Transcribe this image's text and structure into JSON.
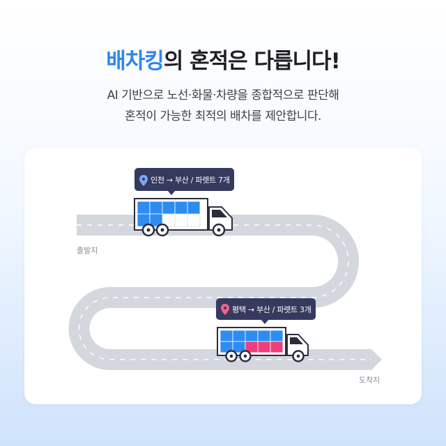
{
  "headline": {
    "brand": "배차킹",
    "rest": "의 혼적은 다릅니다!"
  },
  "subtitle": {
    "line1": "AI 기반으로 노선·화물·차량을 종합적으로 판단해",
    "line2": "혼적이 가능한 최적의 배차를 제안합니다."
  },
  "route": {
    "start_label": "출발지",
    "end_label": "도착지",
    "trucks": [
      {
        "tag": "인천 → 부산 / 파렛트 7개",
        "pin_color": "#7aa9f5"
      },
      {
        "tag": "평택 → 부산 / 파렛트 3개",
        "pin_color": "#f0628a"
      }
    ]
  },
  "colors": {
    "brand": "#2f86ee",
    "road": "#d4d7dd",
    "tag_bg": "#363a5f",
    "cargo_blue": "#2e8cf1",
    "cargo_pink": "#ee3f7a"
  }
}
